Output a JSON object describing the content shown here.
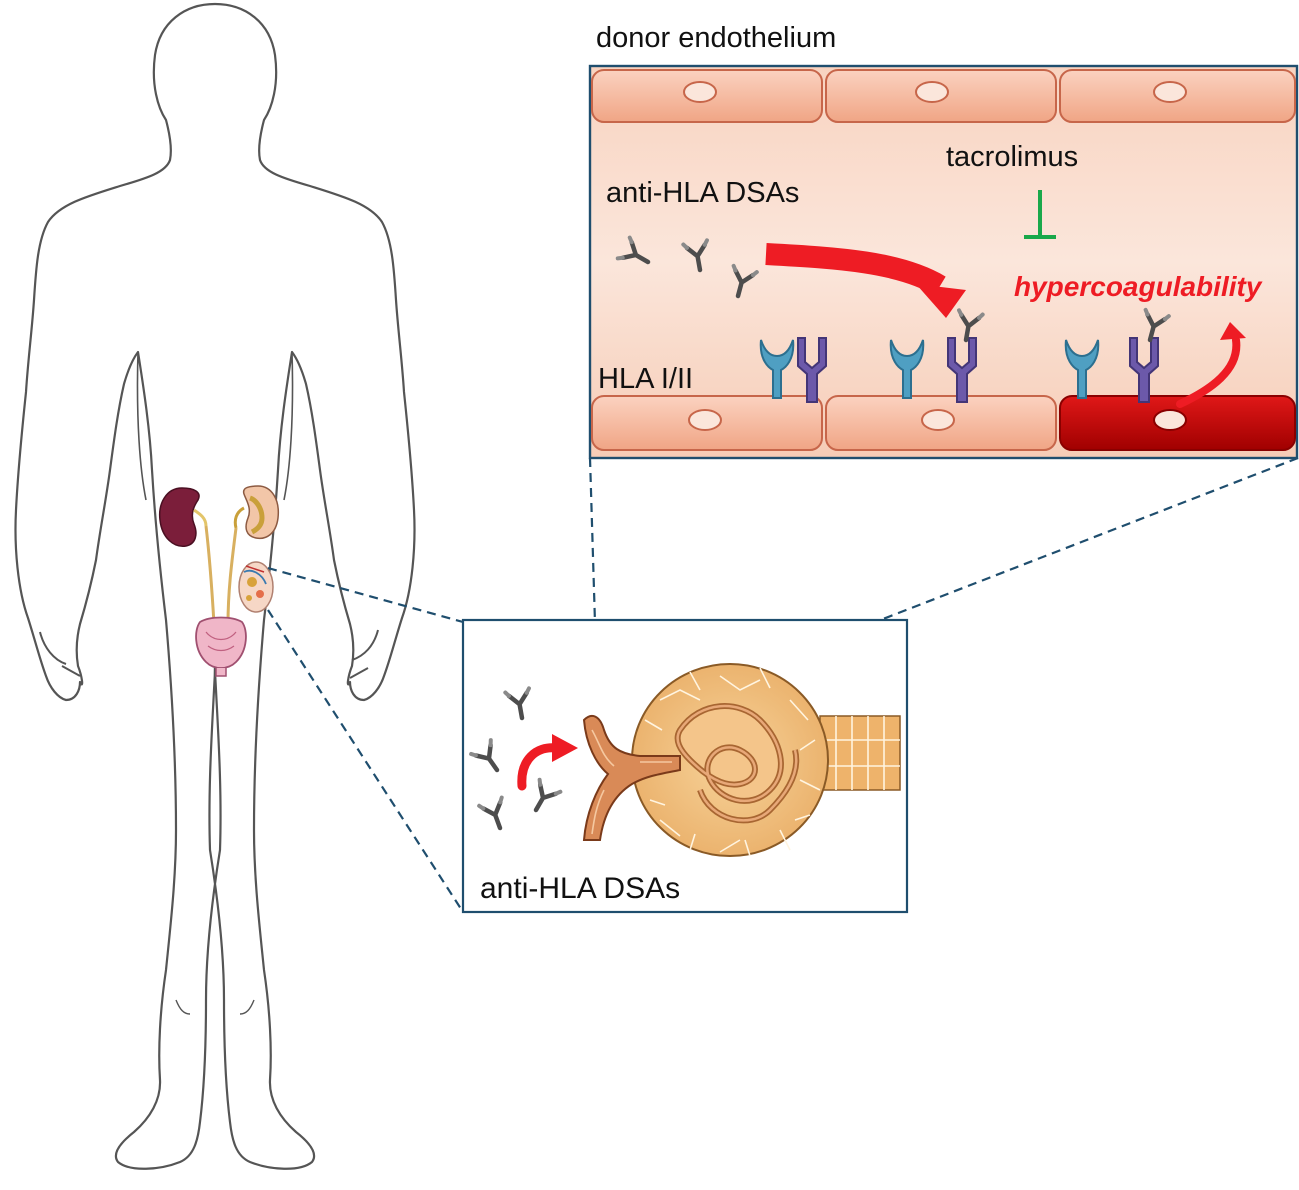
{
  "labels": {
    "donor_endothelium": "donor endothelium",
    "anti_hla_dsas_top": "anti-HLA DSAs",
    "tacrolimus": "tacrolimus",
    "hypercoagulability": "hypercoagulability",
    "hla_classes": "HLA I/II",
    "anti_hla_dsas_bottom": "anti-HLA DSAs"
  },
  "colors": {
    "body_outline": "#555555",
    "panel_border": "#1f4e6e",
    "zoom_lines": "#1f4e6e",
    "endothelial_cell": "#f7b9a1",
    "vessel_lumen": "#f6cdb8",
    "activated_cell": "#c00000",
    "arrow_red": "#ee1c24",
    "inhibition_green": "#19a84a",
    "hla_class_i": "#4a9bbd",
    "hla_class_ii": "#6b58a8",
    "antibody": "#555555",
    "kidney": "#7b1e3a",
    "glomerulus": "#f2c27f",
    "afferent_arteriole": "#d98a57"
  },
  "icons": [
    "antibody-icon",
    "hla-class-i-receptor-icon",
    "hla-class-ii-receptor-icon",
    "kidney-icon",
    "bladder-icon",
    "glomerulus-icon",
    "inhibition-icon"
  ]
}
